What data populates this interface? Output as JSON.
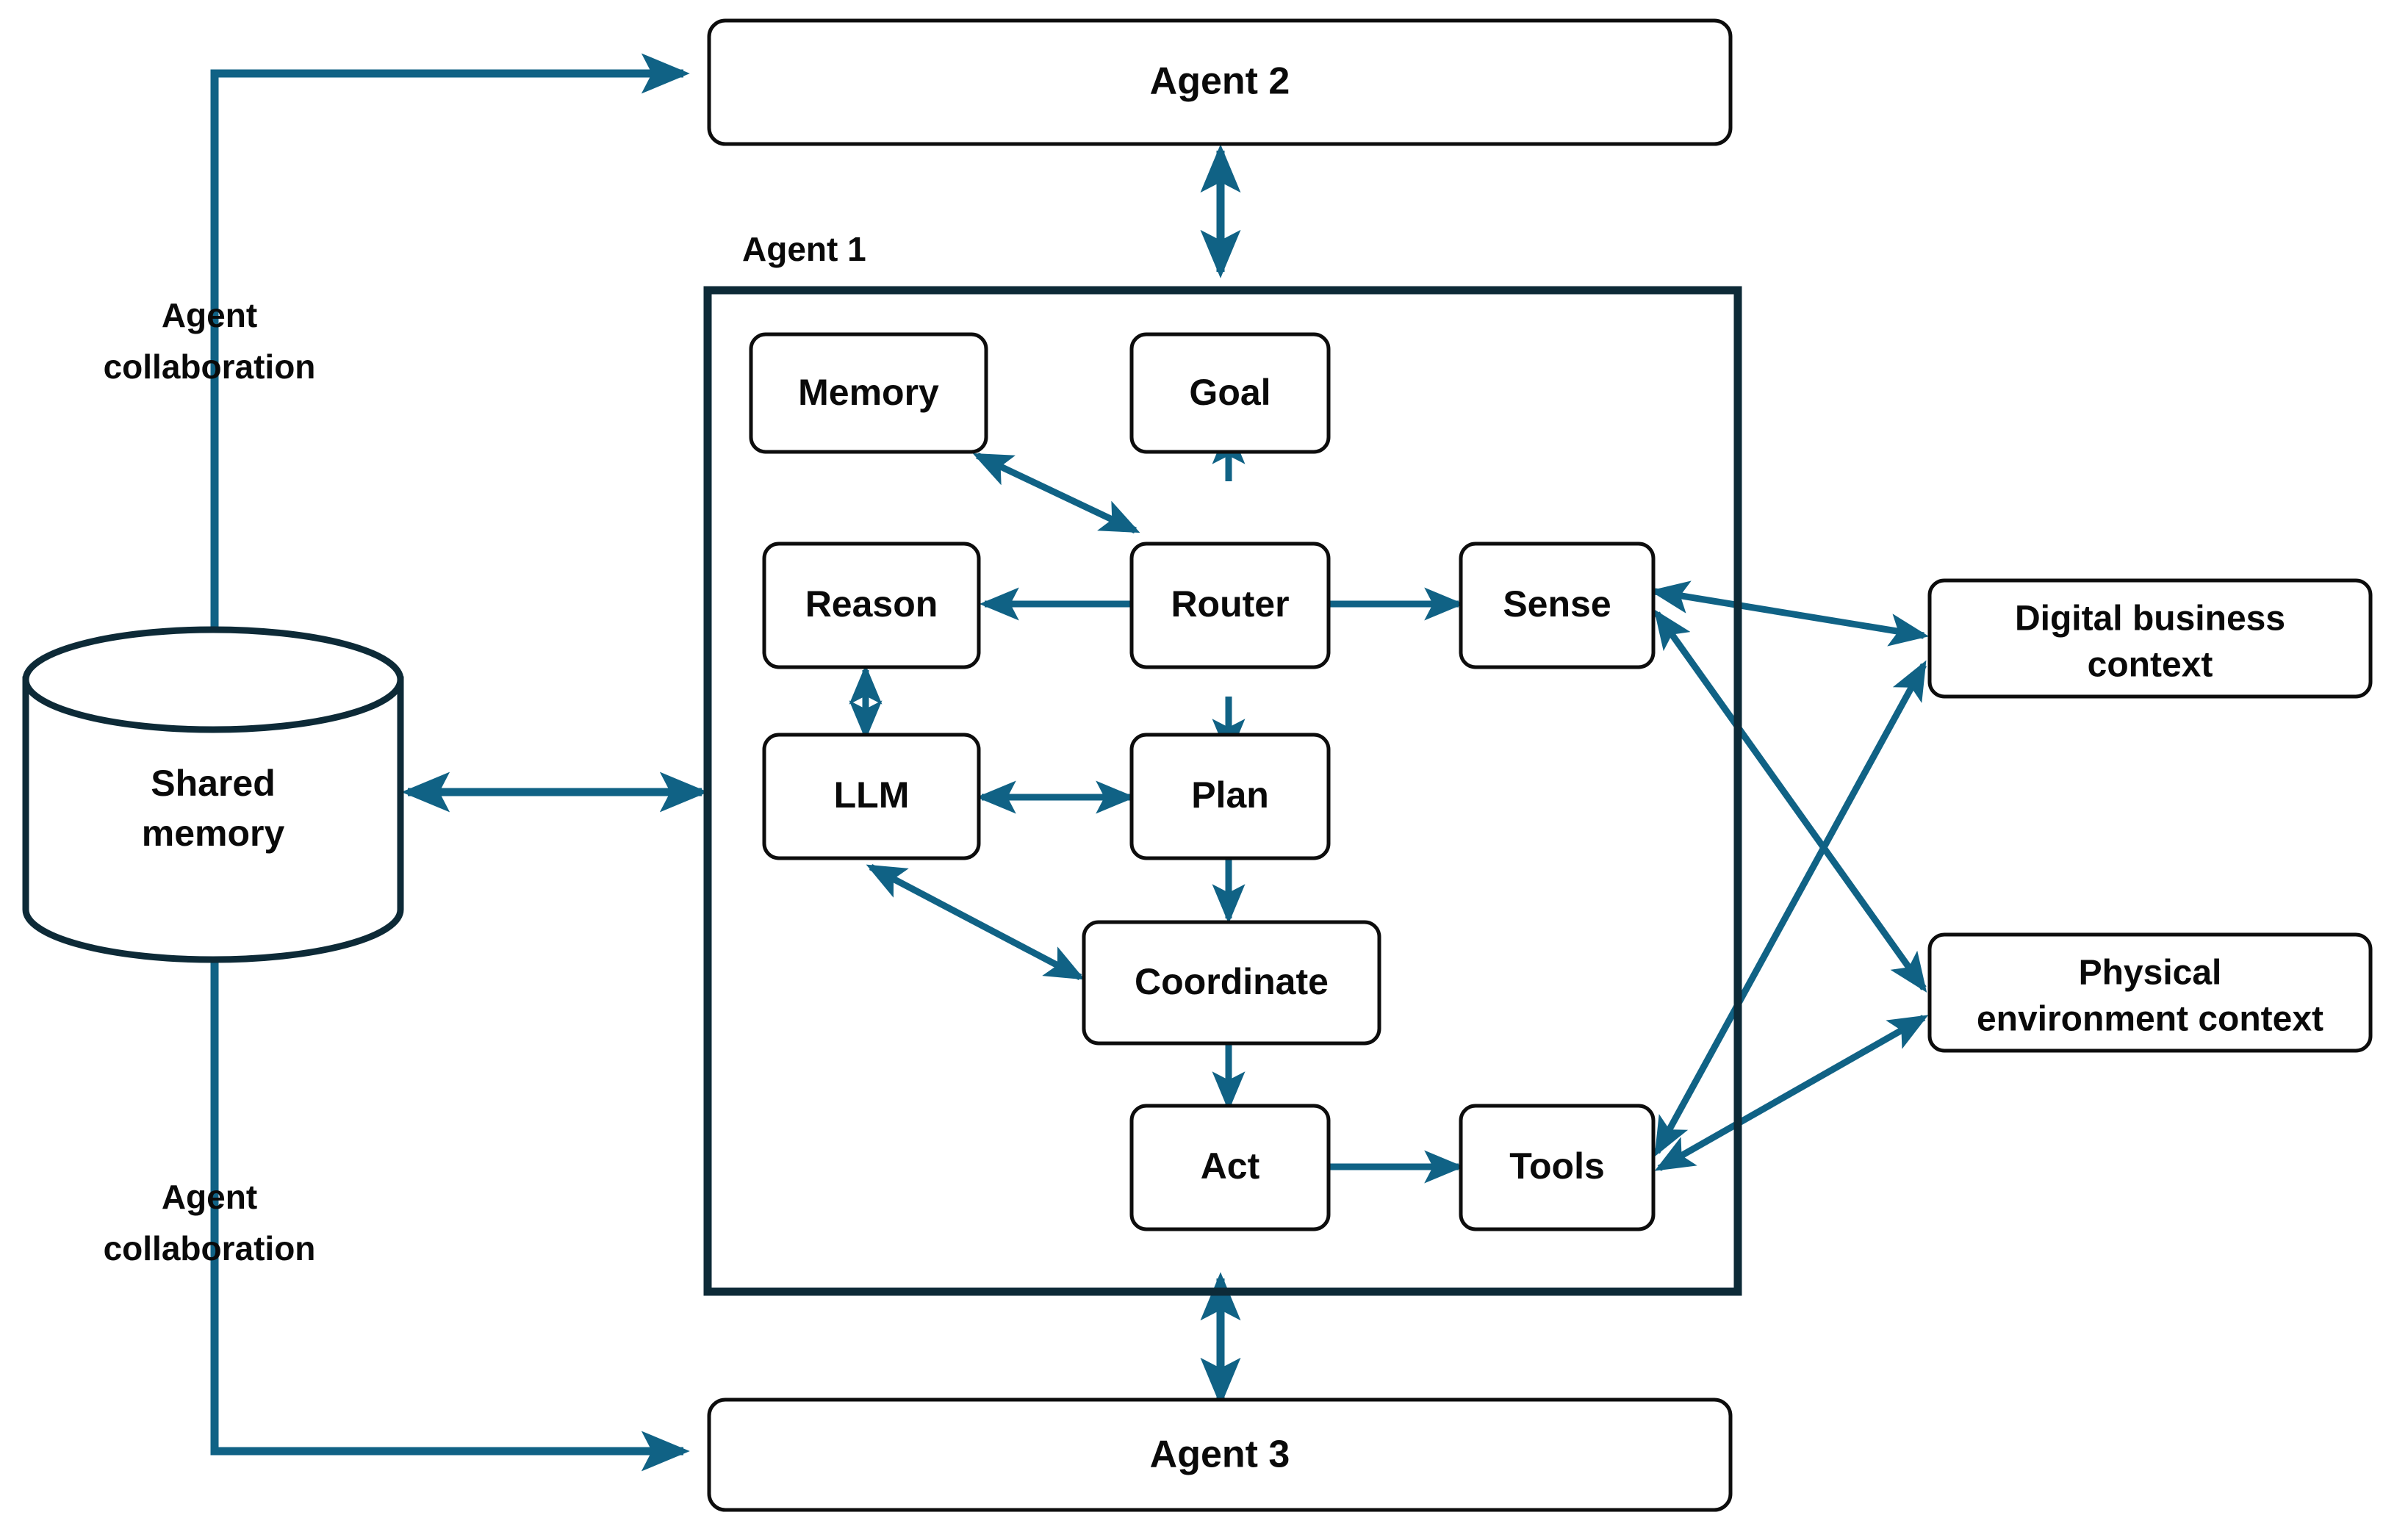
{
  "diagram": {
    "title_hidden": "Agentic AI reference architecture",
    "colors": {
      "accent_teal": "#106285",
      "frame_navy": "#0d2a37",
      "node_stroke": "#0d0d0d",
      "text": "#0a0a0a",
      "background": "#ffffff"
    },
    "frame": {
      "label": "Agent 1"
    },
    "external_agents": [
      {
        "id": "agent2",
        "label": "Agent 2"
      },
      {
        "id": "agent3",
        "label": "Agent 3"
      }
    ],
    "store": {
      "id": "shared-memory",
      "label_line1": "Shared",
      "label_line2": "memory",
      "shape": "cylinder"
    },
    "collaboration_labels": [
      {
        "id": "collab-top",
        "line1": "Agent",
        "line2": "collaboration"
      },
      {
        "id": "collab-bottom",
        "line1": "Agent",
        "line2": "collaboration"
      }
    ],
    "internal_nodes": [
      {
        "id": "memory",
        "label": "Memory"
      },
      {
        "id": "goal",
        "label": "Goal"
      },
      {
        "id": "reason",
        "label": "Reason"
      },
      {
        "id": "router",
        "label": "Router"
      },
      {
        "id": "sense",
        "label": "Sense"
      },
      {
        "id": "llm",
        "label": "LLM"
      },
      {
        "id": "plan",
        "label": "Plan"
      },
      {
        "id": "coordinate",
        "label": "Coordinate"
      },
      {
        "id": "act",
        "label": "Act"
      },
      {
        "id": "tools",
        "label": "Tools"
      }
    ],
    "context_nodes": [
      {
        "id": "digital-business-context",
        "line1": "Digital business",
        "line2": "context"
      },
      {
        "id": "physical-environment-context",
        "line1": "Physical",
        "line2": "environment context"
      }
    ],
    "edges": [
      {
        "from": "shared-memory",
        "to": "agent2",
        "arrow": "single"
      },
      {
        "from": "shared-memory",
        "to": "agent3",
        "arrow": "single"
      },
      {
        "from": "agent2",
        "to": "agent1-frame",
        "arrow": "double"
      },
      {
        "from": "agent3",
        "to": "agent1-frame",
        "arrow": "double"
      },
      {
        "from": "shared-memory",
        "to": "agent1-frame",
        "arrow": "double"
      },
      {
        "from": "router",
        "to": "memory",
        "arrow": "double"
      },
      {
        "from": "router",
        "to": "goal",
        "arrow": "single"
      },
      {
        "from": "router",
        "to": "reason",
        "arrow": "single"
      },
      {
        "from": "router",
        "to": "sense",
        "arrow": "single"
      },
      {
        "from": "router",
        "to": "plan",
        "arrow": "single"
      },
      {
        "from": "reason",
        "to": "llm",
        "arrow": "double"
      },
      {
        "from": "llm",
        "to": "plan",
        "arrow": "double"
      },
      {
        "from": "plan",
        "to": "coordinate",
        "arrow": "single"
      },
      {
        "from": "coordinate",
        "to": "llm",
        "arrow": "double"
      },
      {
        "from": "coordinate",
        "to": "act",
        "arrow": "single"
      },
      {
        "from": "act",
        "to": "tools",
        "arrow": "single"
      },
      {
        "from": "sense",
        "to": "digital-business-context",
        "arrow": "double"
      },
      {
        "from": "sense",
        "to": "physical-environment-context",
        "arrow": "double"
      },
      {
        "from": "tools",
        "to": "digital-business-context",
        "arrow": "double"
      },
      {
        "from": "tools",
        "to": "physical-environment-context",
        "arrow": "double"
      }
    ]
  }
}
